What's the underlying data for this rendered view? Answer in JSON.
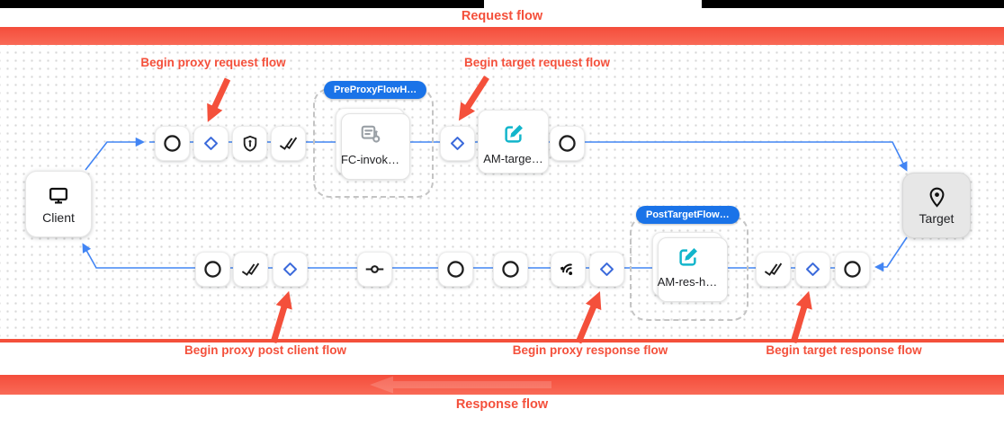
{
  "annotations": {
    "request_flow": "Request flow",
    "response_flow": "Response flow",
    "begin_proxy_request": "Begin proxy request flow",
    "begin_target_request": "Begin target request flow",
    "begin_proxy_post_client": "Begin proxy post client flow",
    "begin_proxy_response": "Begin proxy response flow",
    "begin_target_response": "Begin target response flow"
  },
  "endpoints": {
    "client": "Client",
    "target": "Target"
  },
  "groups": {
    "pre_proxy_hook": "PreProxyFlowH…",
    "post_target_hook": "PostTargetFlow…"
  },
  "policies": {
    "flow_callout": "FC-invok…",
    "assign_message_target": "AM-targe…",
    "assign_message_response": "AM-res-h…"
  },
  "icons": {
    "client": "monitor-icon",
    "target": "place-pin-icon",
    "flow_step": "circle-icon",
    "flow_begin": "diamond-icon",
    "security": "shield-icon",
    "done_all": "double-check-icon",
    "condition": "commit-icon",
    "sensors": "sensors-icon",
    "assign_message": "edit-square-icon",
    "flow_callout": "flow-callout-icon"
  },
  "colors": {
    "annotation_red": "#f4503b",
    "flow_blue": "#4285f4",
    "diamond_blue": "#3b6adb",
    "badge_blue": "#1a73e8",
    "policy_teal": "#12b5cb"
  }
}
